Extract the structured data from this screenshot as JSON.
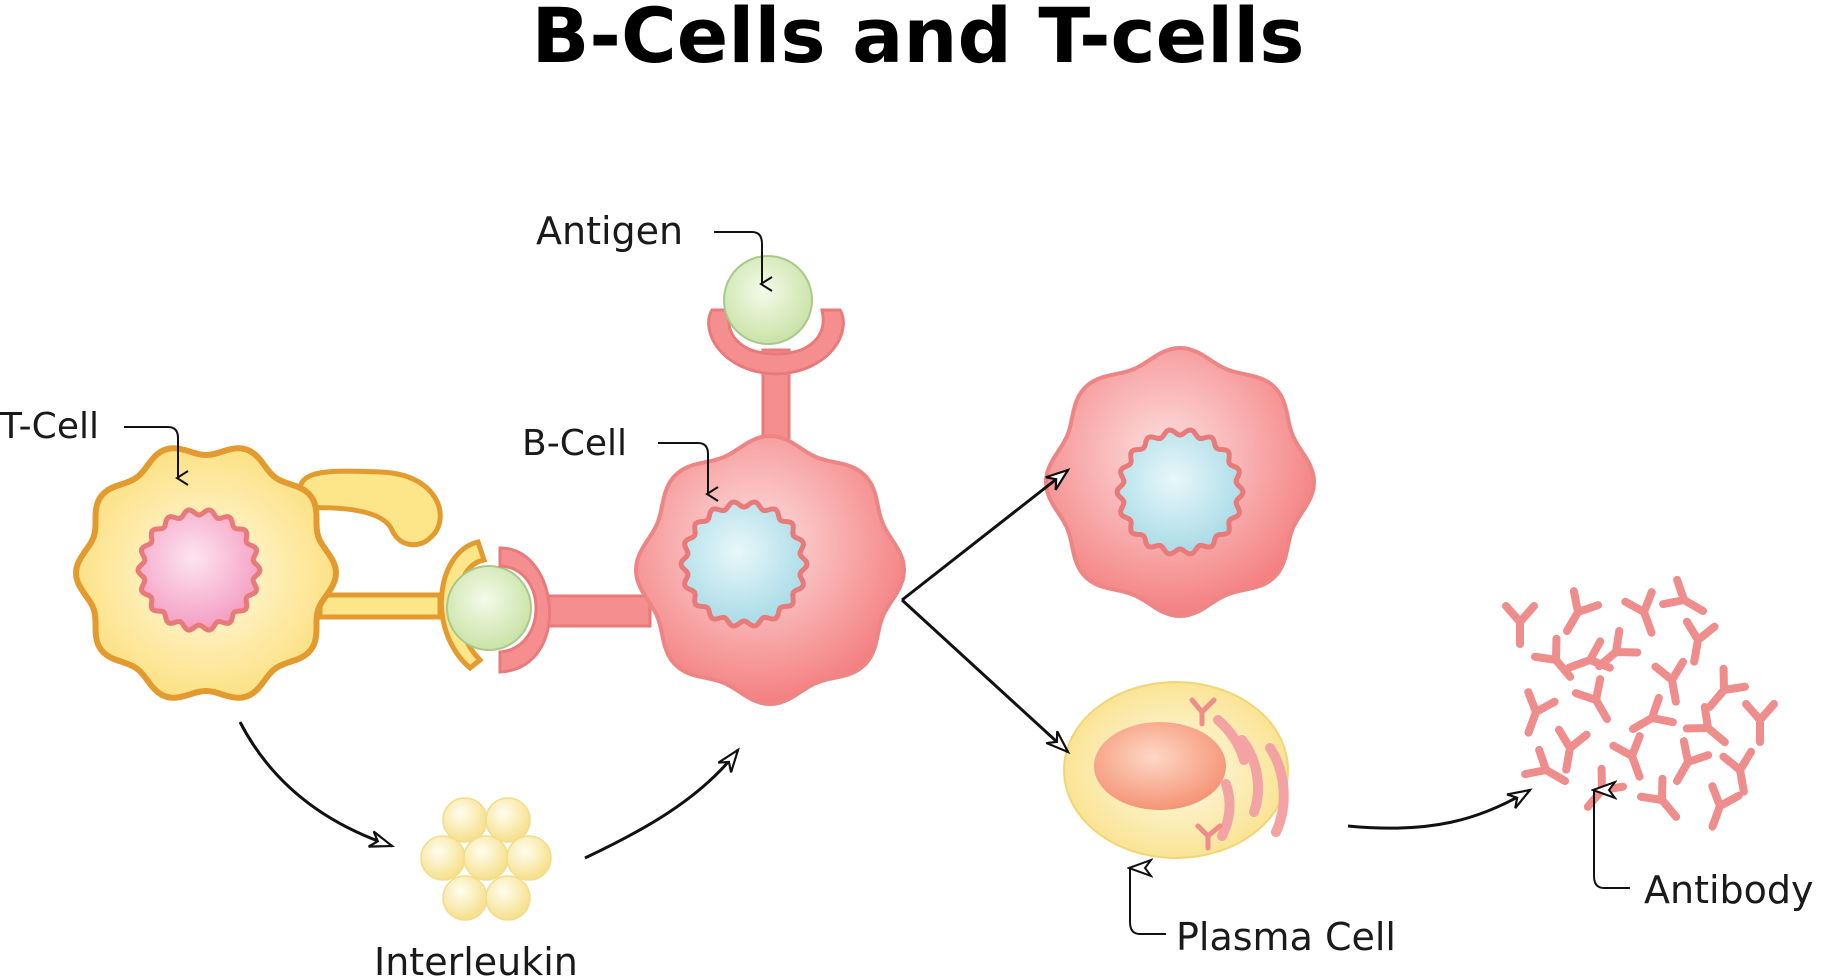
{
  "title": "B-Cells and T-cells",
  "labels": {
    "antigen": "Antigen",
    "t_cell": "T-Cell",
    "b_cell": "B-Cell",
    "interleukin": "Interleukin",
    "plasma_cell": "Plasma Cell",
    "antibody": "Antibody"
  },
  "colors": {
    "t_cell_fill": "#fde68a",
    "t_cell_stroke": "#e39a2e",
    "t_cell_nucleus": "#f9a8c9",
    "b_cell_fill": "#f58f8f",
    "b_cell_stroke": "#e97a7a",
    "nucleus_blue": "#b9e3ec",
    "antigen_green": "#d6ebbc",
    "interleukin_yellow": "#fbeeb0",
    "plasma_fill": "#fbeaa0",
    "plasma_nucleus": "#f7a27d",
    "antibody_red": "#ef8c8c",
    "arrow": "#111111"
  }
}
